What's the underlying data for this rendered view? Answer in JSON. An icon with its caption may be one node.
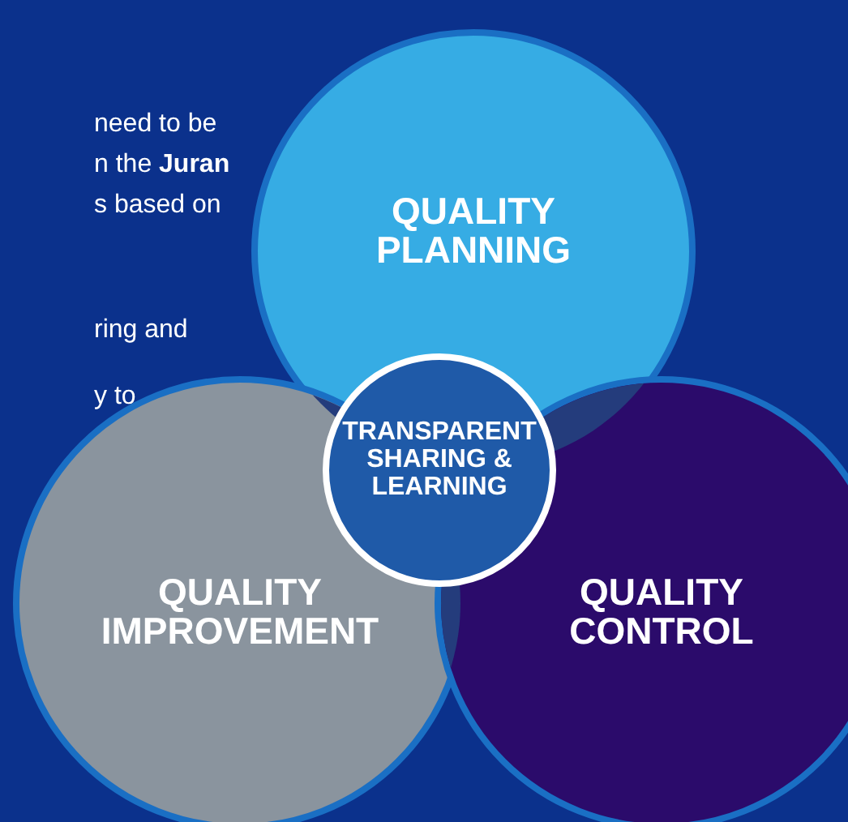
{
  "diagram": {
    "nodes": [
      {
        "text": [
          "QUALITY PLANNING"
        ]
      },
      {
        "text": [
          "QUALITY IMPROVEMENT"
        ]
      },
      {
        "text": [
          "QUALITY CONTROL"
        ]
      },
      {
        "text": [
          "TRANSPARENT SHARING & LEARNING"
        ]
      }
    ],
    "labels": [
      "need to be",
      "n the **Juran**",
      "s based on",
      "ring and",
      "y to"
    ]
  }
}
